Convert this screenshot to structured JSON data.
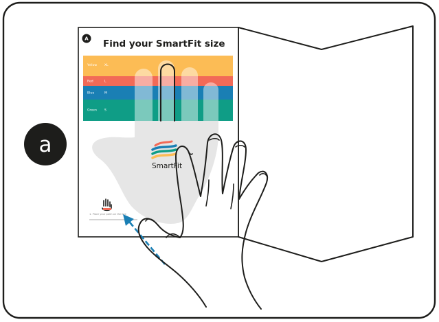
{
  "panel_label": "a",
  "card": {
    "step_marker": "A",
    "title": "Find your SmartFit size",
    "bands": [
      {
        "color_name": "Yellow",
        "size": "XL",
        "color": "#fcbc55"
      },
      {
        "color_name": "Red",
        "size": "L",
        "color": "#f26a57"
      },
      {
        "color_name": "Blue",
        "size": "M",
        "color": "#1a7fb4"
      },
      {
        "color_name": "Green",
        "size": "S",
        "color": "#0f9d86"
      }
    ],
    "logo_text": "SmartFit",
    "instruction": "1. Place your palm on the line",
    "colors": {
      "arrow": "#1a7fb4",
      "hand_overlay": "#dedede"
    }
  }
}
